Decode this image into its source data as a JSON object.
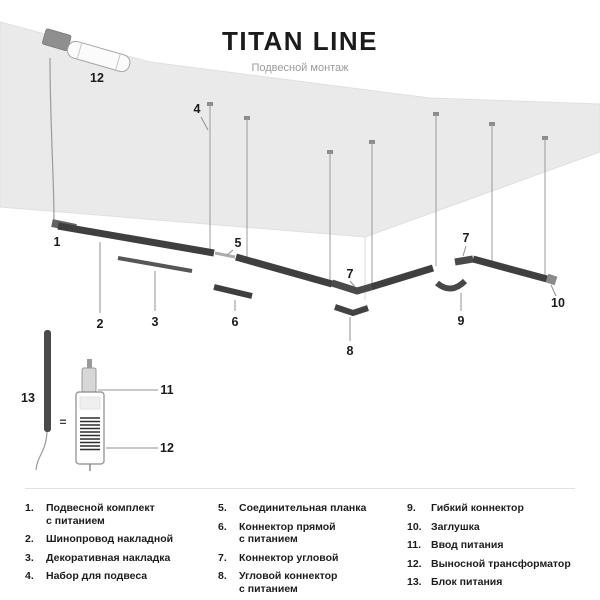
{
  "header": {
    "title": "TITAN LINE",
    "subtitle": "Подвесной монтаж"
  },
  "colors": {
    "track": "#3f3f3f",
    "ceiling": "#eaeaea",
    "text": "#1b1b1b",
    "muted": "#9a9a9a"
  },
  "diagram": {
    "callouts": {
      "remote_transformer_top": "12",
      "suspension_set": "4",
      "feed_suspension_kit": "1",
      "track_surface": "2",
      "decorative_cover": "3",
      "connecting_plate": "5",
      "straight_feed_connector": "6",
      "corner_connector_a": "7",
      "corner_feed_connector": "8",
      "flexible_connector": "9",
      "corner_connector_b": "7",
      "end_cap": "10",
      "power_supply_strip": "13",
      "power_input": "11",
      "remote_transformer_bottom": "12",
      "equals_sign": "="
    }
  },
  "legend": {
    "columns": [
      {
        "items": [
          {
            "num": "1.",
            "label": "Подвесной комплект\nс питанием"
          },
          {
            "num": "2.",
            "label": "Шинопровод накладной"
          },
          {
            "num": "3.",
            "label": "Декоративная накладка"
          },
          {
            "num": "4.",
            "label": "Набор для подвеса"
          }
        ]
      },
      {
        "items": [
          {
            "num": "5.",
            "label": "Соединительная планка"
          },
          {
            "num": "6.",
            "label": "Коннектор прямой\nс питанием"
          },
          {
            "num": "7.",
            "label": "Коннектор угловой"
          },
          {
            "num": "8.",
            "label": "Угловой коннектор\nс питанием"
          }
        ]
      },
      {
        "items": [
          {
            "num": "9.",
            "label": "Гибкий коннектор"
          },
          {
            "num": "10.",
            "label": "Заглушка"
          },
          {
            "num": "11.",
            "label": "Ввод питания"
          },
          {
            "num": "12.",
            "label": "Выносной трансформатор"
          },
          {
            "num": "13.",
            "label": "Блок питания"
          }
        ]
      }
    ]
  }
}
